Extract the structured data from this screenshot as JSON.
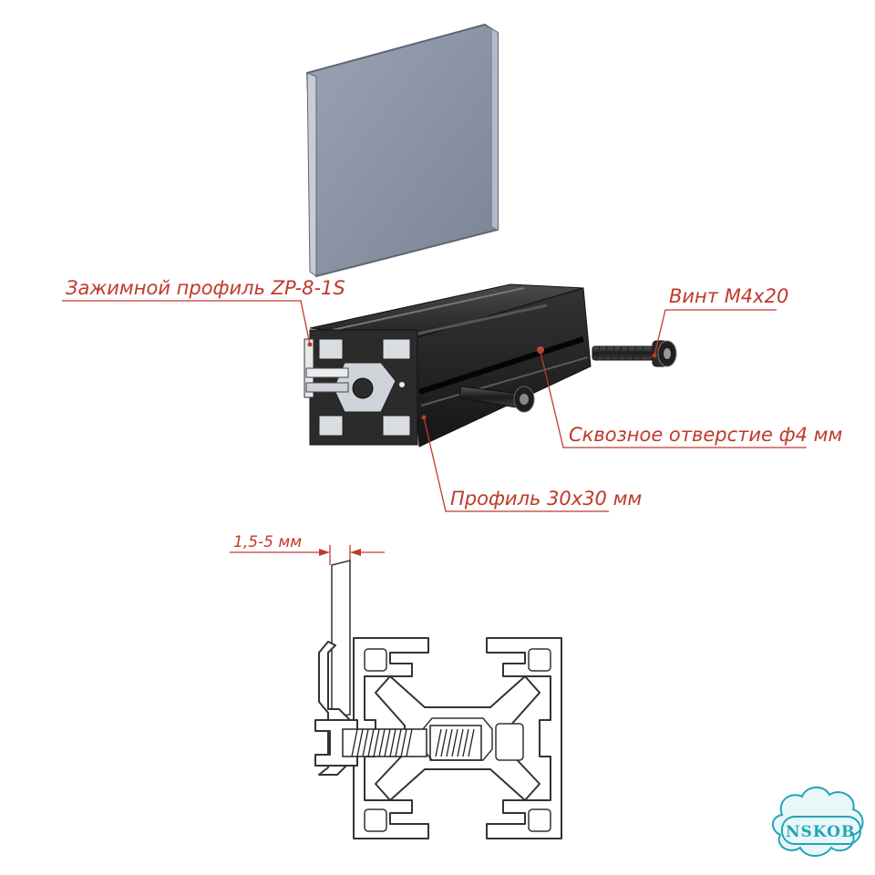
{
  "callouts": {
    "clamp_profile": "Зажимной профиль ZP-8-1S",
    "screw": "Винт М4х20",
    "through_hole": "Сквозное отверстие ф4 мм",
    "profile": "Профиль 30х30 мм"
  },
  "dimension": {
    "panel_thickness": "1,5-5 мм"
  },
  "logo": {
    "text": "NSKOB"
  },
  "colors": {
    "callout": "#c0392b",
    "panel": "#8a93a4",
    "profile_body": "#2a2a2a",
    "logo": "#20a6b6"
  }
}
